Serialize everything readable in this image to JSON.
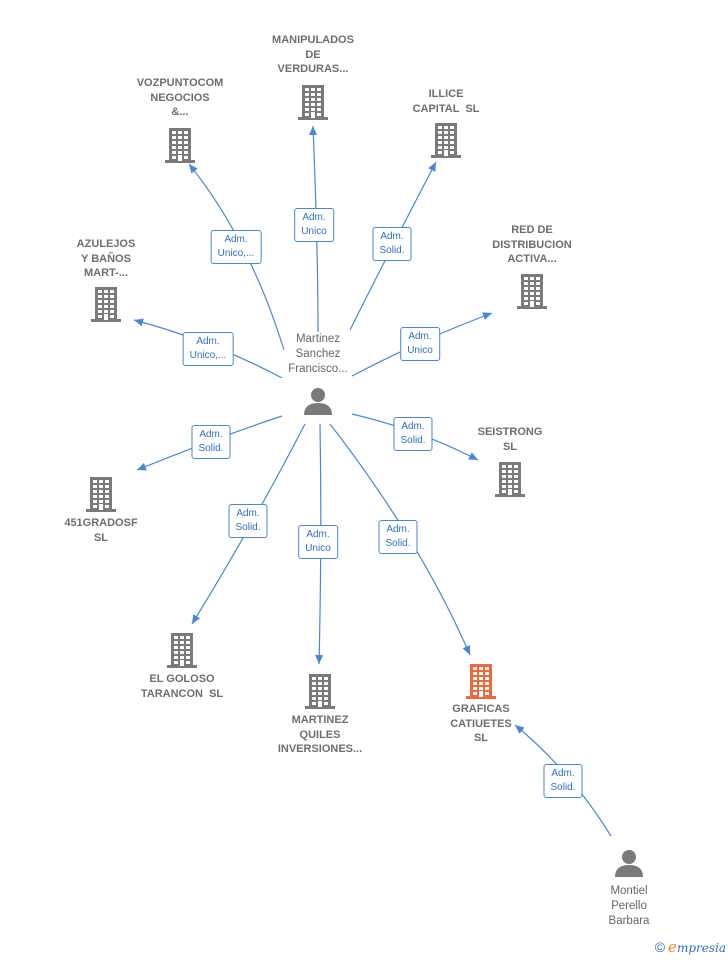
{
  "colors": {
    "edge": "#4a86d6",
    "building": "#7a7a7a",
    "building_focus": "#ee6a3c",
    "person": "#7a7a7a"
  },
  "nodes": [
    {
      "id": "center",
      "kind": "person",
      "label": "Martinez\nSanchez\nFrancisco..."
    },
    {
      "id": "manipulados",
      "kind": "company",
      "label": "MANIPULADOS\nDE\nVERDURAS..."
    },
    {
      "id": "vozpunto",
      "kind": "company",
      "label": "VOZPUNTOCOM\nNEGOCIOS\n&..."
    },
    {
      "id": "illice",
      "kind": "company",
      "label": "ILLICE\nCAPITAL  SL"
    },
    {
      "id": "azulejos",
      "kind": "company",
      "label": "AZULEJOS\nY BAÑOS\nMART-..."
    },
    {
      "id": "reddist",
      "kind": "company",
      "label": "RED DE\nDISTRIBUCION\nACTIVA..."
    },
    {
      "id": "seistrong",
      "kind": "company",
      "label": "SEISTRONG\nSL"
    },
    {
      "id": "g451",
      "kind": "company",
      "label": "451GRADOSF\nSL"
    },
    {
      "id": "goloso",
      "kind": "company",
      "label": "EL GOLOSO\nTARANCON  SL"
    },
    {
      "id": "mquiles",
      "kind": "company",
      "label": "MARTINEZ\nQUILES\nINVERSIONES..."
    },
    {
      "id": "graficas",
      "kind": "company",
      "focus": true,
      "label": "GRAFICAS\nCATIUETES\nSL"
    },
    {
      "id": "montiel",
      "kind": "person",
      "label": "Montiel\nPerello\nBarbara"
    }
  ],
  "edges": [
    {
      "label": "Adm.\nUnico"
    },
    {
      "label": "Adm.\nUnico,..."
    },
    {
      "label": "Adm.\nSolid."
    },
    {
      "label": "Adm.\nUnico,..."
    },
    {
      "label": "Adm.\nUnico"
    },
    {
      "label": "Adm.\nSolid."
    },
    {
      "label": "Adm.\nSolid."
    },
    {
      "label": "Adm.\nSolid."
    },
    {
      "label": "Adm.\nUnico"
    },
    {
      "label": "Adm.\nSolid."
    },
    {
      "label": "Adm.\nSolid."
    }
  ],
  "footer": {
    "copyright": "©",
    "brand_first": "e",
    "brand_rest": "mpresia"
  }
}
